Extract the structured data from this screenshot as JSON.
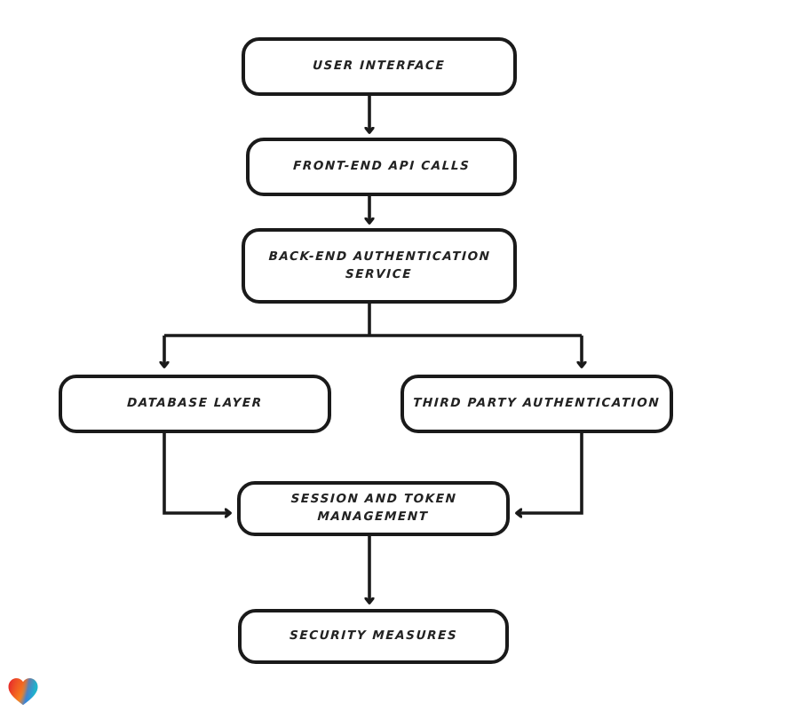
{
  "diagram": {
    "title": "Authentication Architecture Flowchart",
    "style": "hand-drawn sketch flowchart",
    "background_color": "#ffffff",
    "stroke_color": "#1a1a1a",
    "text_color": "#222222",
    "nodes": [
      {
        "id": "user-interface",
        "label": "User Interface",
        "text": "USER INTERFACE"
      },
      {
        "id": "frontend-api",
        "label": "Front-End API Calls",
        "text": "FRONT-END API CALLS"
      },
      {
        "id": "backend-auth",
        "label": "Back-End Authentication Service",
        "text": "BACK-END AUTHENTICATION\nSERVICE"
      },
      {
        "id": "database-layer",
        "label": "Database Layer",
        "text": "DATABASE LAYER"
      },
      {
        "id": "third-party-auth",
        "label": "Third Party Authentication",
        "text": "THIRD PARTY AUTHENTICATION"
      },
      {
        "id": "session-token",
        "label": "Session and Token Management",
        "text": "SESSION AND TOKEN\nMANAGEMENT"
      },
      {
        "id": "security-measures",
        "label": "Security Measures",
        "text": "SECURITY MEASURES"
      }
    ],
    "edges": [
      {
        "from": "user-interface",
        "to": "frontend-api",
        "type": "straight-down"
      },
      {
        "from": "frontend-api",
        "to": "backend-auth",
        "type": "straight-down"
      },
      {
        "from": "backend-auth",
        "to": "database-layer",
        "type": "split-left"
      },
      {
        "from": "backend-auth",
        "to": "third-party-auth",
        "type": "split-right"
      },
      {
        "from": "database-layer",
        "to": "session-token",
        "type": "elbow-right"
      },
      {
        "from": "third-party-auth",
        "to": "session-token",
        "type": "elbow-left"
      },
      {
        "from": "session-token",
        "to": "security-measures",
        "type": "straight-down"
      }
    ]
  },
  "brand": {
    "logo_name": "heart-logo",
    "colors": {
      "red": "#e8322a",
      "orange": "#f58220",
      "blue": "#2f7fe0",
      "teal": "#1fb6c8"
    }
  }
}
